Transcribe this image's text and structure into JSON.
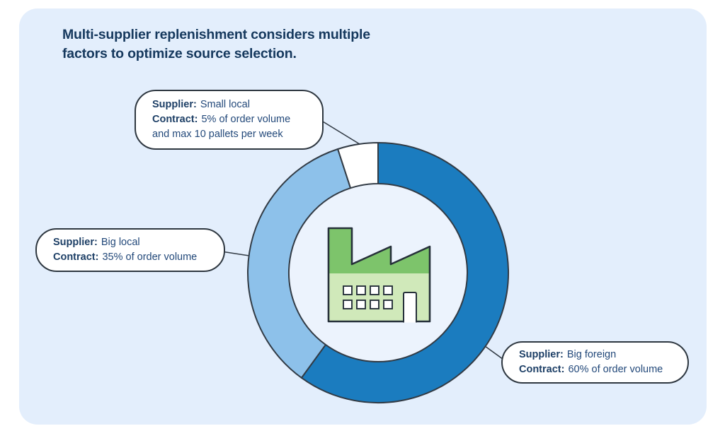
{
  "title": {
    "line1": "Multi-supplier replenishment considers multiple",
    "line2": "factors to optimize source selection."
  },
  "callouts": [
    {
      "name": "small-local",
      "lines": [
        {
          "label": "Supplier:",
          "text": "Small local"
        },
        {
          "label": "Contract:",
          "text": "5% of order volume"
        },
        {
          "label": "",
          "text": "and max 10 pallets per week"
        }
      ]
    },
    {
      "name": "big-local",
      "lines": [
        {
          "label": "Supplier:",
          "text": "Big local"
        },
        {
          "label": "Contract:",
          "text": "35% of order volume"
        }
      ]
    },
    {
      "name": "big-foreign",
      "lines": [
        {
          "label": "Supplier:",
          "text": "Big foreign"
        },
        {
          "label": "Contract:",
          "text": "60% of order volume"
        }
      ]
    }
  ],
  "chart_data": {
    "type": "donut",
    "segments": [
      {
        "label": "Big foreign",
        "value_pct": 60,
        "color": "#1b7cbf"
      },
      {
        "label": "Big local",
        "value_pct": 35,
        "color": "#8dc1ea"
      },
      {
        "label": "Small local",
        "value_pct": 5,
        "color": "#ffffff"
      }
    ],
    "start_angle_deg": 0,
    "direction": "clockwise",
    "outline_color": "#323b45",
    "hole_fill": "#ecf3fd",
    "center_icon": "factory",
    "legend": "none",
    "annotation_style": "callout-bubbles"
  },
  "colors": {
    "panel_bg": "#e3eefc",
    "title_text": "#16395e",
    "callout_text": "#23497a",
    "factory_roof_green": "#7dc46b",
    "factory_body_green": "#d0e9ba"
  }
}
